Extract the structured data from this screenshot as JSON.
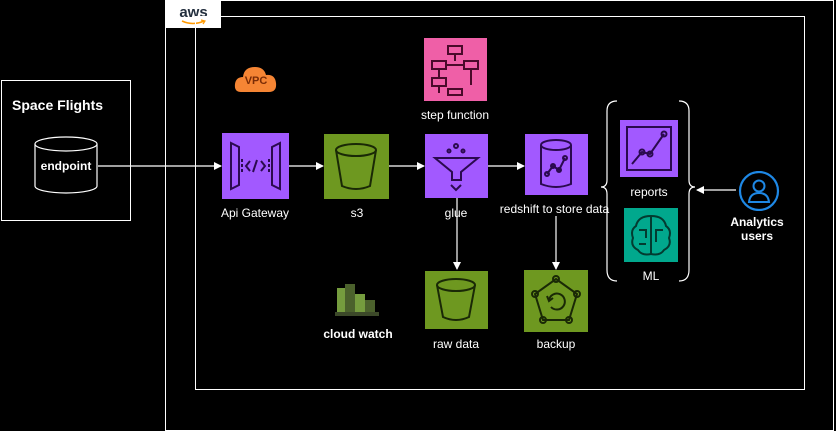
{
  "diagram": {
    "source_panel": {
      "title": "Space Flights",
      "endpoint": "endpoint"
    },
    "cloud": {
      "logo": "aws",
      "vpc_badge": "VPC"
    },
    "nodes": {
      "api_gateway": {
        "label": "Api Gateway",
        "icon": "api-gateway-icon",
        "color": "#8c4fff"
      },
      "s3": {
        "label": "s3",
        "icon": "s3-bucket-icon",
        "color": "#3f8624"
      },
      "glue": {
        "label": "glue",
        "icon": "glue-icon",
        "color": "#8c4fff"
      },
      "redshift": {
        "label": "redshift to store data",
        "icon": "redshift-icon",
        "color": "#8c4fff"
      },
      "step_function": {
        "label": "step function",
        "icon": "step-functions-icon",
        "color": "#e7157b"
      },
      "raw_data": {
        "label": "raw data",
        "icon": "s3-bucket-icon",
        "color": "#3f8624"
      },
      "backup": {
        "label": "backup",
        "icon": "backup-icon",
        "color": "#3f8624"
      },
      "cloud_watch": {
        "label": "cloud watch",
        "icon": "cloudwatch-icon",
        "color": "#3f8624"
      },
      "reports": {
        "label": "reports",
        "icon": "quicksight-icon",
        "color": "#8c4fff"
      },
      "ml": {
        "label": "ML",
        "icon": "sagemaker-icon",
        "color": "#01a88d"
      },
      "analytics_users": {
        "label": "Analytics\nusers",
        "icon": "users-icon",
        "color": "#1e88e5"
      }
    }
  }
}
